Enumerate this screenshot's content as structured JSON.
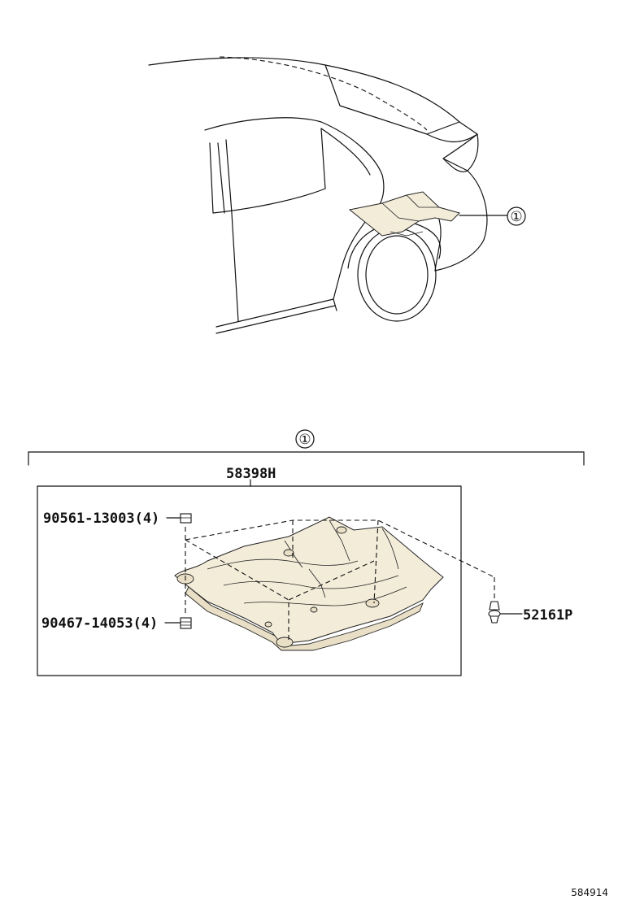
{
  "callout": {
    "symbol": "①"
  },
  "parts": {
    "assembly": "58398H",
    "nut": "90561-13003(4)",
    "washer": "90467-14053(4)",
    "clip": "52161P"
  },
  "illustration_id": "584914"
}
